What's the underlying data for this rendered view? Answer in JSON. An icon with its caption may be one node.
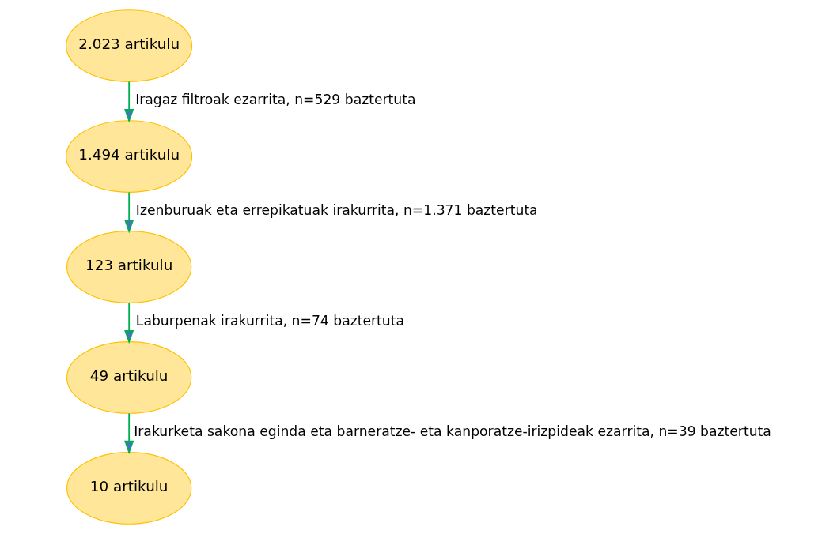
{
  "diagram": {
    "nodes": [
      {
        "text": [
          "2.023 artikulu"
        ]
      },
      {
        "text": [
          "1.494 artikulu"
        ]
      },
      {
        "text": [
          "123 artikulu"
        ]
      },
      {
        "text": [
          "49 artikulu"
        ]
      },
      {
        "text": [
          "10 artikulu"
        ]
      }
    ],
    "edges": [
      {
        "from": 0,
        "to": 1,
        "arrow": "to",
        "label": "Iragaz filtroak ezarrita, n=529 baztertuta"
      },
      {
        "from": 1,
        "to": 2,
        "arrow": "to",
        "label": "Izenburuak eta errepikatuak irakurrita, n=1.371 baztertuta"
      },
      {
        "from": 2,
        "to": 3,
        "arrow": "to",
        "label": "Laburpenak irakurrita, n=74 baztertuta"
      },
      {
        "from": 3,
        "to": 4,
        "arrow": "to",
        "label": "Irakurketa sakona eginda eta barneratze- eta kanporatze-irizpideak ezarrita, n=39 baztertuta"
      }
    ]
  }
}
